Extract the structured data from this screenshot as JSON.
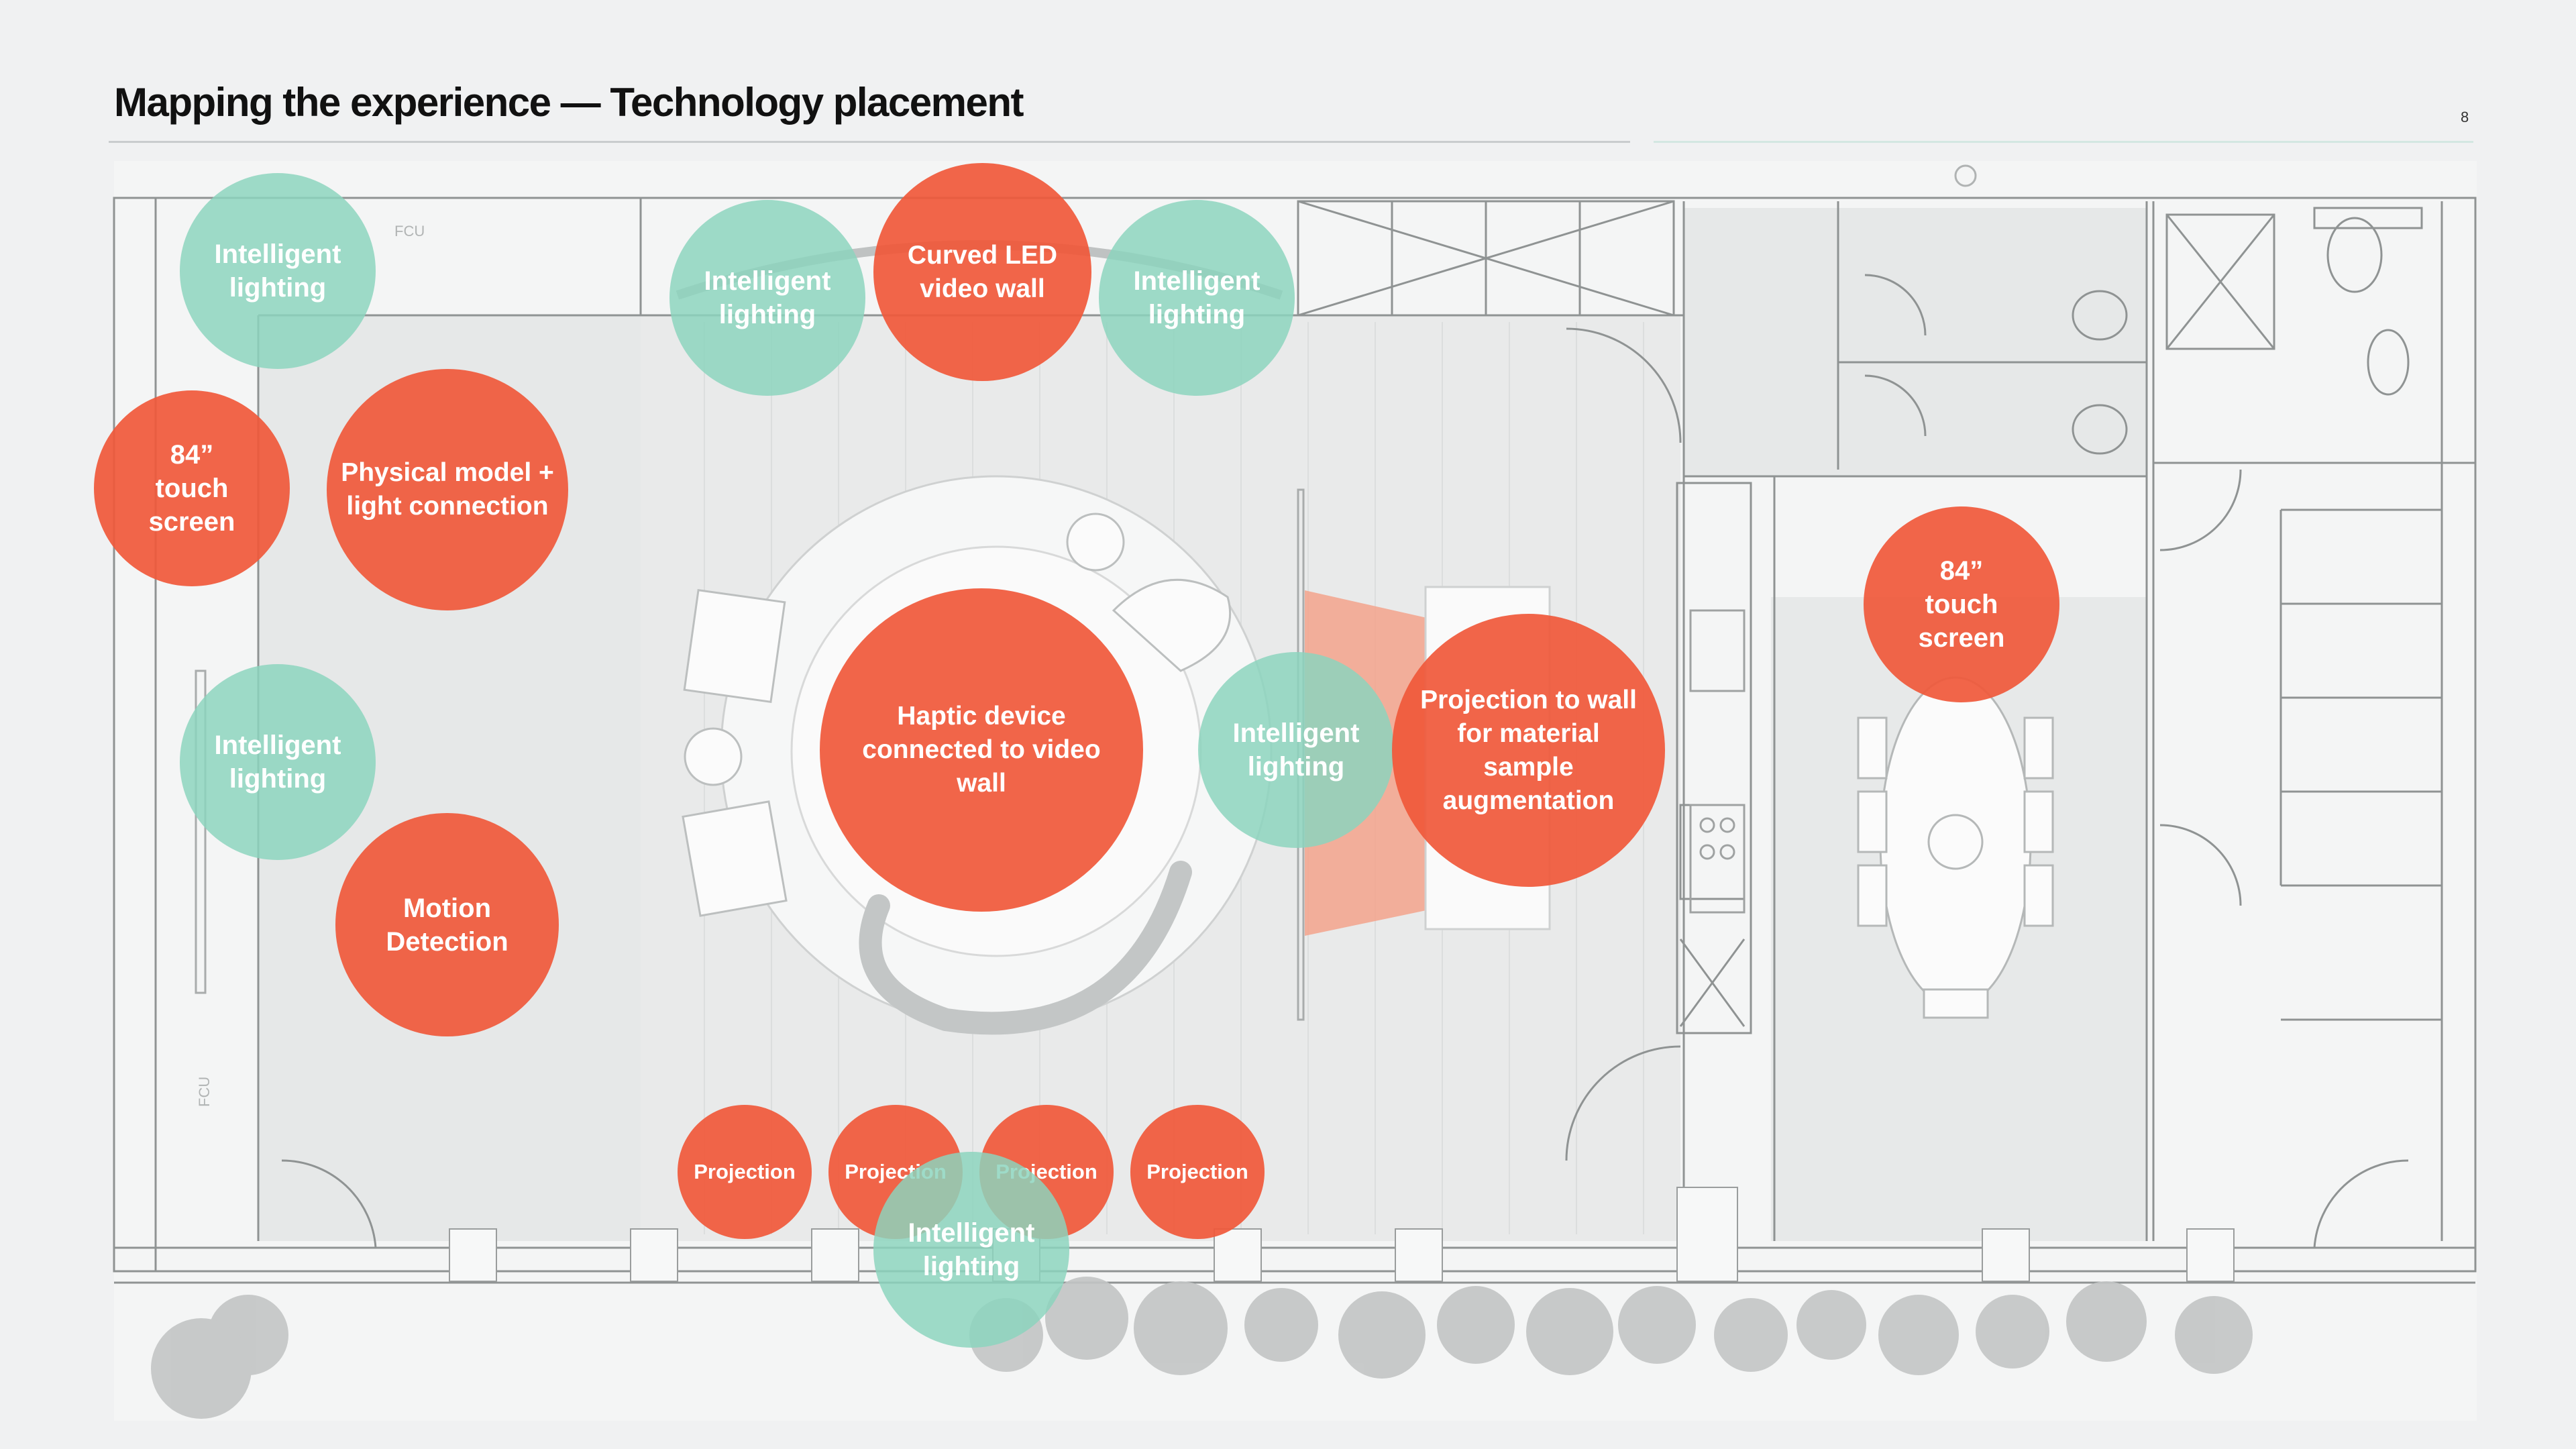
{
  "header": {
    "title": "Mapping the experience — Technology placement",
    "page_number": "8"
  },
  "colors": {
    "accent_red": "#f0583a",
    "accent_teal": "#8cd4bd",
    "background": "#f0f1f2"
  },
  "floorplan_labels": {
    "fcu_top": "FCU",
    "fcu_left": "FCU"
  },
  "markers": {
    "lighting_top_left": "Intelligent lighting",
    "lighting_top_center_left": "Intelligent lighting",
    "curved_led_wall": "Curved LED video wall",
    "lighting_top_center_right": "Intelligent lighting",
    "touch_screen_left": "84” touch screen",
    "physical_model": "Physical model + light connection",
    "lighting_mid_left": "Intelligent lighting",
    "motion_detection": "Motion Detection",
    "haptic_device": "Haptic device connected to video wall",
    "lighting_center": "Intelligent lighting",
    "projection_wall": "Projection to wall for material sample augmentation",
    "touch_screen_right": "84” touch screen",
    "projection_1": "Projection",
    "projection_2": "Projection",
    "projection_3": "Projection",
    "projection_4": "Projection",
    "lighting_bottom": "Intelligent lighting"
  }
}
